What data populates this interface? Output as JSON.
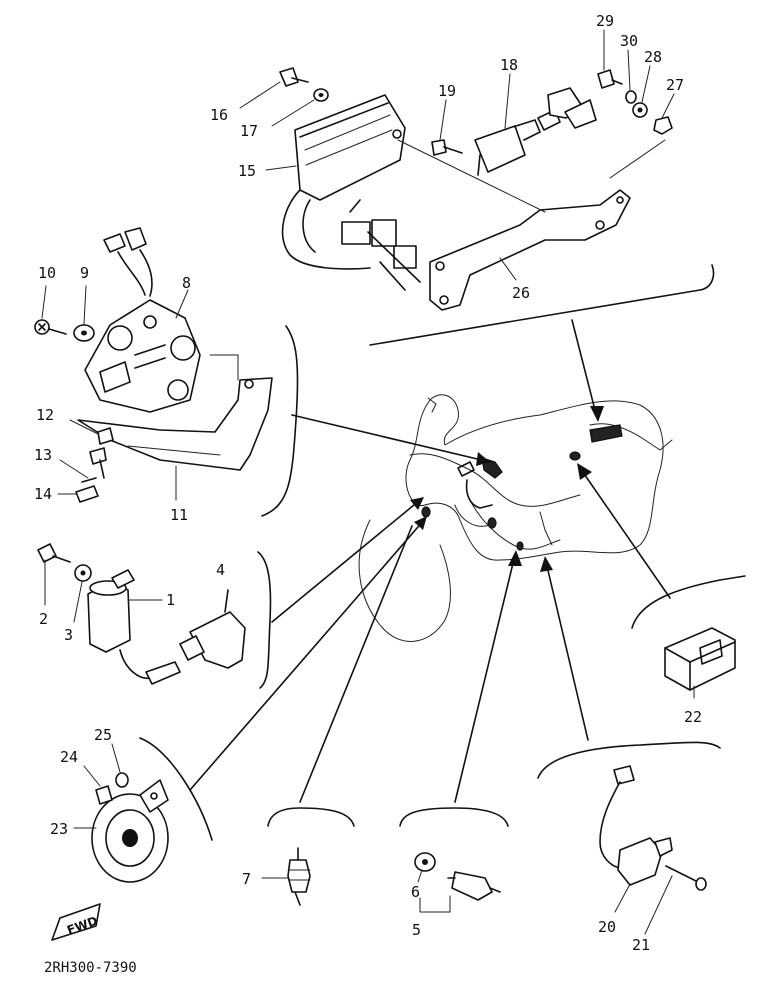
{
  "drawing_code": "2RH300-7390",
  "fwd_label": "FWD",
  "labels": {
    "p1": "1",
    "p2": "2",
    "p3": "3",
    "p4": "4",
    "p5": "5",
    "p6": "6",
    "p7": "7",
    "p8": "8",
    "p9": "9",
    "p10": "10",
    "p11": "11",
    "p12": "12",
    "p13": "13",
    "p14": "14",
    "p15": "15",
    "p16": "16",
    "p17": "17",
    "p18": "18",
    "p19": "19",
    "p20": "20",
    "p21": "21",
    "p22": "22",
    "p23": "23",
    "p24": "24",
    "p25": "25",
    "p26": "26",
    "p27": "27",
    "p28": "28",
    "p29": "29",
    "p30": "30"
  }
}
